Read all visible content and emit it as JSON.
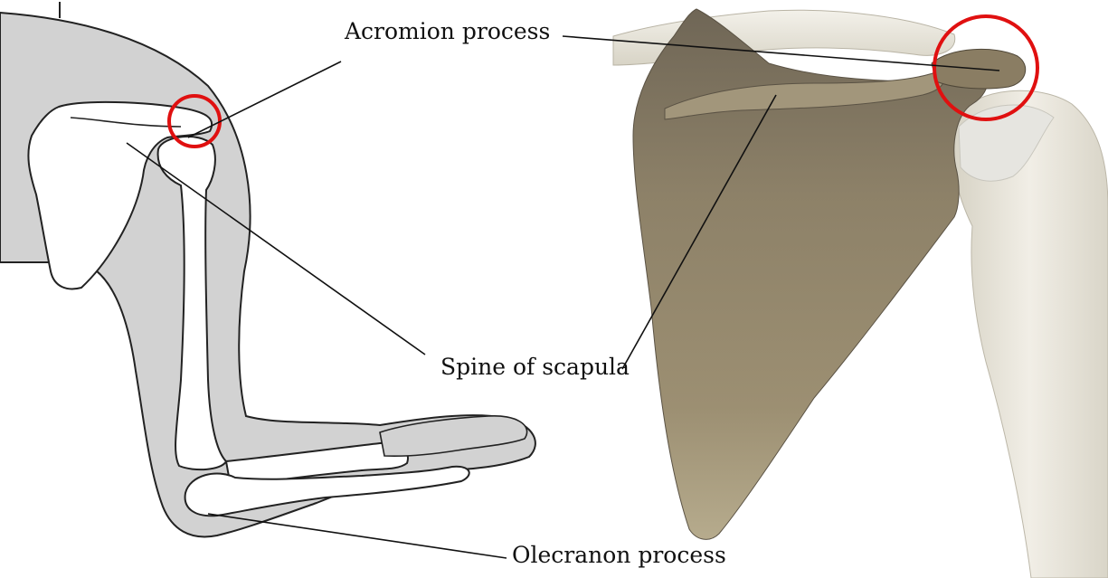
{
  "labels": {
    "acromion": "Acromion process",
    "spine": "Spine of scapula",
    "olecranon": "Olecranon process"
  },
  "colors": {
    "highlight_circle": "#e01010",
    "leader_line": "#111111",
    "body_silhouette": "#d2d2d2",
    "bone_illustration": "#ffffff",
    "scapula_bone": "#8f8269",
    "humerus_bone": "#ebe8dd"
  }
}
